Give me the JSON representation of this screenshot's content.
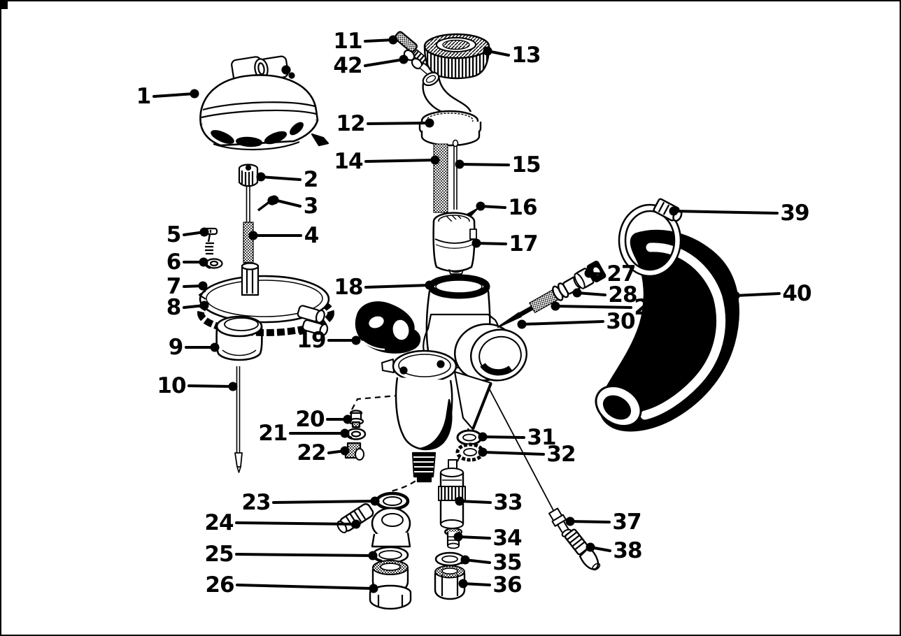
{
  "figure": {
    "type": "exploded-parts-diagram",
    "subject": "carburetor assembly",
    "background_color": "#ffffff",
    "ink_color": "#000000",
    "border": true
  },
  "callouts": [
    {
      "label": "1",
      "dot": [
        278,
        134
      ],
      "text": [
        205,
        138
      ]
    },
    {
      "label": "2",
      "dot": [
        373,
        253
      ],
      "text": [
        444,
        257
      ]
    },
    {
      "label": "3",
      "dot": [
        392,
        286
      ],
      "text": [
        444,
        295
      ]
    },
    {
      "label": "4",
      "dot": [
        362,
        337
      ],
      "text": [
        445,
        337
      ]
    },
    {
      "label": "5",
      "dot": [
        292,
        332
      ],
      "text": [
        248,
        336
      ]
    },
    {
      "label": "6",
      "dot": [
        291,
        375
      ],
      "text": [
        248,
        375
      ]
    },
    {
      "label": "7",
      "dot": [
        290,
        409
      ],
      "text": [
        248,
        410
      ]
    },
    {
      "label": "8",
      "dot": [
        292,
        437
      ],
      "text": [
        248,
        440
      ]
    },
    {
      "label": "9",
      "dot": [
        307,
        497
      ],
      "text": [
        251,
        497
      ]
    },
    {
      "label": "10",
      "dot": [
        333,
        553
      ],
      "text": [
        245,
        552
      ]
    },
    {
      "label": "11",
      "dot": [
        562,
        57
      ],
      "text": [
        497,
        59
      ]
    },
    {
      "label": "12",
      "dot": [
        614,
        176
      ],
      "text": [
        501,
        177
      ]
    },
    {
      "label": "13",
      "dot": [
        697,
        73
      ],
      "text": [
        752,
        79
      ]
    },
    {
      "label": "14",
      "dot": [
        622,
        229
      ],
      "text": [
        498,
        231
      ]
    },
    {
      "label": "15",
      "dot": [
        657,
        235
      ],
      "text": [
        752,
        236
      ]
    },
    {
      "label": "16",
      "dot": [
        687,
        295
      ],
      "text": [
        747,
        297
      ]
    },
    {
      "label": "17",
      "dot": [
        681,
        348
      ],
      "text": [
        748,
        349
      ]
    },
    {
      "label": "18",
      "dot": [
        614,
        408
      ],
      "text": [
        498,
        411
      ]
    },
    {
      "label": "19",
      "dot": [
        509,
        487
      ],
      "text": [
        445,
        487
      ]
    },
    {
      "label": "20",
      "dot": [
        497,
        600
      ],
      "text": [
        443,
        600
      ]
    },
    {
      "label": "21",
      "dot": [
        493,
        620
      ],
      "text": [
        390,
        620
      ]
    },
    {
      "label": "22",
      "dot": [
        493,
        645
      ],
      "text": [
        445,
        648
      ]
    },
    {
      "label": "23",
      "dot": [
        536,
        717
      ],
      "text": [
        366,
        719
      ]
    },
    {
      "label": "24",
      "dot": [
        509,
        750
      ],
      "text": [
        313,
        748
      ]
    },
    {
      "label": "25",
      "dot": [
        533,
        795
      ],
      "text": [
        313,
        793
      ]
    },
    {
      "label": "26",
      "dot": [
        534,
        842
      ],
      "text": [
        314,
        837
      ]
    },
    {
      "label": "27",
      "dot": [
        842,
        391
      ],
      "text": [
        888,
        392
      ]
    },
    {
      "label": "28",
      "dot": [
        825,
        419
      ],
      "text": [
        890,
        422
      ]
    },
    {
      "label": "29",
      "dot": [
        794,
        438
      ],
      "text": [
        927,
        440
      ]
    },
    {
      "label": "30",
      "dot": [
        746,
        464
      ],
      "text": [
        887,
        460
      ]
    },
    {
      "label": "31",
      "dot": [
        690,
        625
      ],
      "text": [
        774,
        626
      ]
    },
    {
      "label": "32",
      "dot": [
        690,
        647
      ],
      "text": [
        802,
        650
      ]
    },
    {
      "label": "33",
      "dot": [
        657,
        717
      ],
      "text": [
        726,
        719
      ]
    },
    {
      "label": "34",
      "dot": [
        655,
        768
      ],
      "text": [
        725,
        770
      ]
    },
    {
      "label": "35",
      "dot": [
        665,
        801
      ],
      "text": [
        725,
        805
      ]
    },
    {
      "label": "36",
      "dot": [
        662,
        835
      ],
      "text": [
        725,
        837
      ]
    },
    {
      "label": "37",
      "dot": [
        815,
        746
      ],
      "text": [
        896,
        747
      ]
    },
    {
      "label": "38",
      "dot": [
        844,
        783
      ],
      "text": [
        897,
        788
      ]
    },
    {
      "label": "39",
      "dot": [
        963,
        302
      ],
      "text": [
        1136,
        305
      ]
    },
    {
      "label": "40",
      "dot": [
        1051,
        423
      ],
      "text": [
        1139,
        420
      ]
    },
    {
      "label": "42",
      "dot": [
        577,
        85
      ],
      "text": [
        497,
        94
      ]
    }
  ]
}
